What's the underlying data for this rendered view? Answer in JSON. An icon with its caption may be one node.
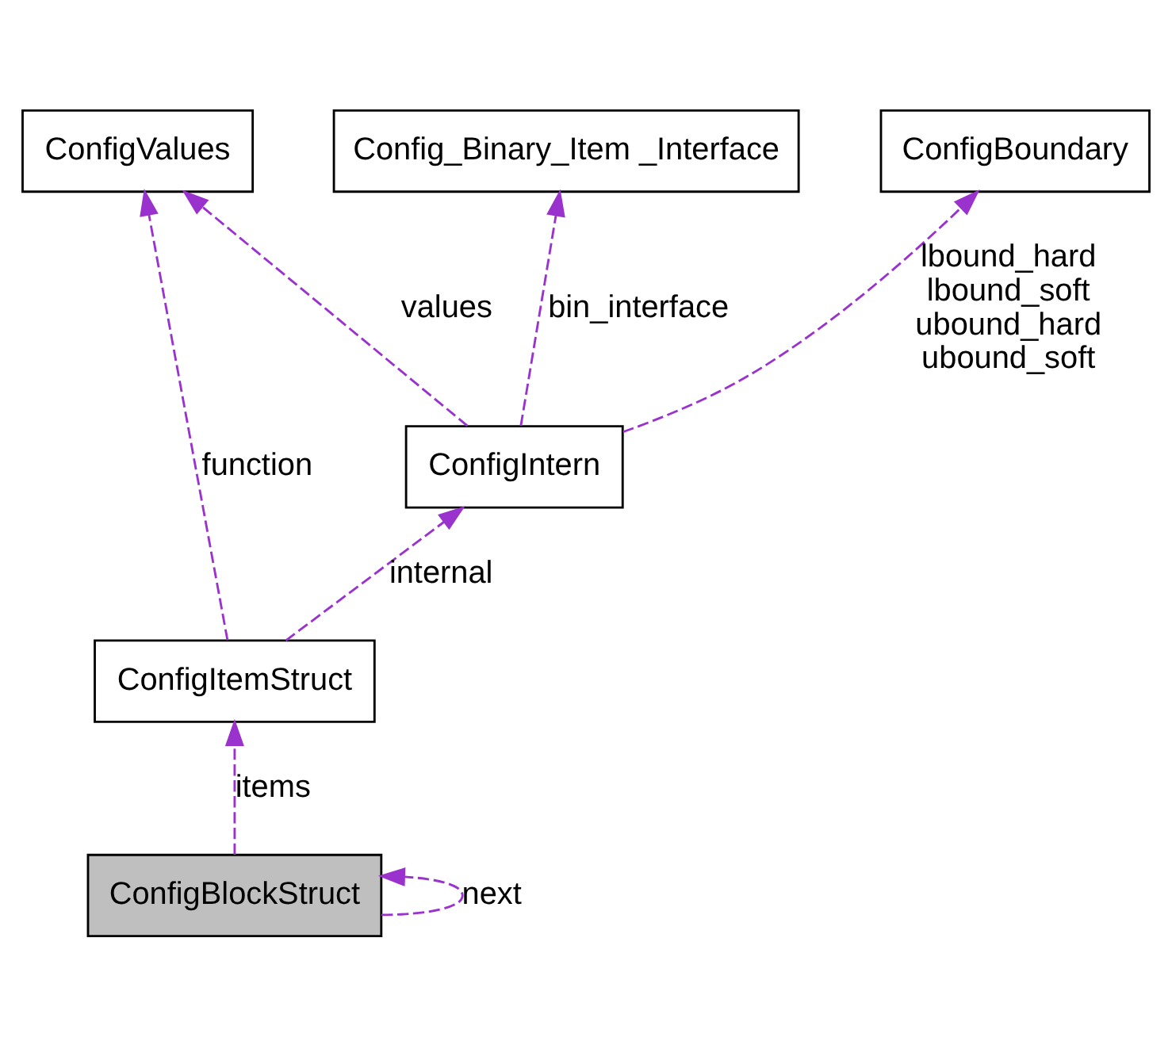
{
  "diagram": {
    "nodes": [
      {
        "text": [
          "ConfigValues"
        ]
      },
      {
        "text": [
          "Config_Binary_Item _Interface"
        ]
      },
      {
        "text": [
          "ConfigBoundary"
        ]
      },
      {
        "text": [
          "ConfigIntern"
        ]
      },
      {
        "text": [
          "ConfigItemStruct"
        ]
      },
      {
        "text": [
          "ConfigBlockStruct"
        ]
      }
    ],
    "edges": [
      {
        "from": 3,
        "to": 0,
        "arrow": "to",
        "label": "values",
        "style": "dashed"
      },
      {
        "from": 3,
        "to": 1,
        "arrow": "to",
        "label": "bin_interface",
        "style": "dashed"
      },
      {
        "from": 3,
        "to": 2,
        "arrow": "to",
        "label": "lbound_hard lbound_soft ubound_hard ubound_soft",
        "style": "dashed"
      },
      {
        "from": 4,
        "to": 0,
        "arrow": "to",
        "label": "function",
        "style": "dashed"
      },
      {
        "from": 4,
        "to": 3,
        "arrow": "to",
        "label": "internal",
        "style": "dashed"
      },
      {
        "from": 5,
        "to": 4,
        "arrow": "to",
        "label": "items",
        "style": "dashed"
      },
      {
        "from": 5,
        "to": 5,
        "arrow": "to",
        "label": "next",
        "style": "dashed"
      }
    ]
  }
}
